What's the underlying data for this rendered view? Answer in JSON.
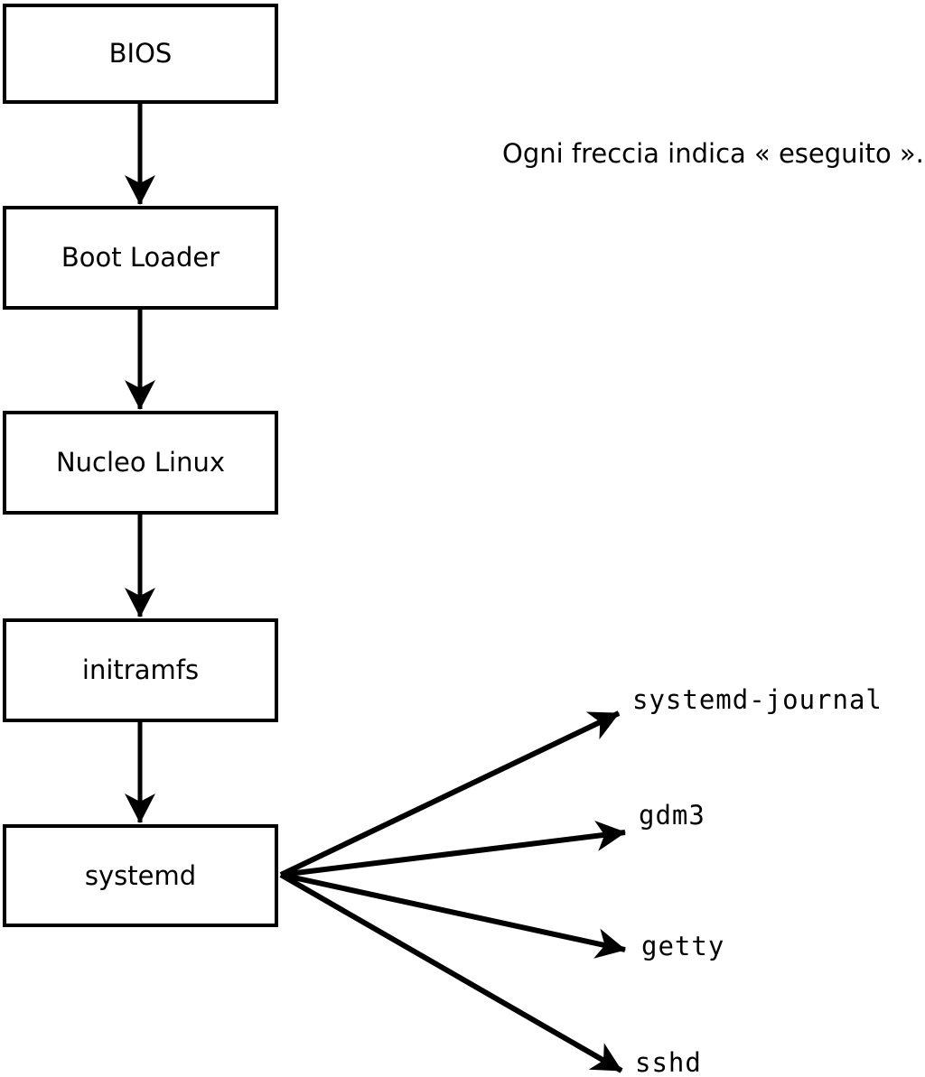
{
  "diagram": {
    "caption": "Ogni freccia indica « eseguito ».",
    "boxes": [
      {
        "id": "bios",
        "label": "BIOS"
      },
      {
        "id": "bootloader",
        "label": "Boot Loader"
      },
      {
        "id": "kernel",
        "label": "Nucleo Linux"
      },
      {
        "id": "initramfs",
        "label": "initramfs"
      },
      {
        "id": "systemd",
        "label": "systemd"
      }
    ],
    "services": [
      {
        "id": "systemd-journal",
        "label": "systemd-journal"
      },
      {
        "id": "gdm3",
        "label": "gdm3"
      },
      {
        "id": "getty",
        "label": "getty"
      },
      {
        "id": "sshd",
        "label": "sshd"
      }
    ],
    "arrows": [
      {
        "from": "BIOS",
        "to": "Boot Loader"
      },
      {
        "from": "Boot Loader",
        "to": "Nucleo Linux"
      },
      {
        "from": "Nucleo Linux",
        "to": "initramfs"
      },
      {
        "from": "initramfs",
        "to": "systemd"
      },
      {
        "from": "systemd",
        "to": "systemd-journal"
      },
      {
        "from": "systemd",
        "to": "gdm3"
      },
      {
        "from": "systemd",
        "to": "getty"
      },
      {
        "from": "systemd",
        "to": "sshd"
      }
    ],
    "colors": {
      "background": "#ffffff",
      "line": "#000000",
      "box_fill": "#ffffff",
      "text": "#000000"
    }
  }
}
